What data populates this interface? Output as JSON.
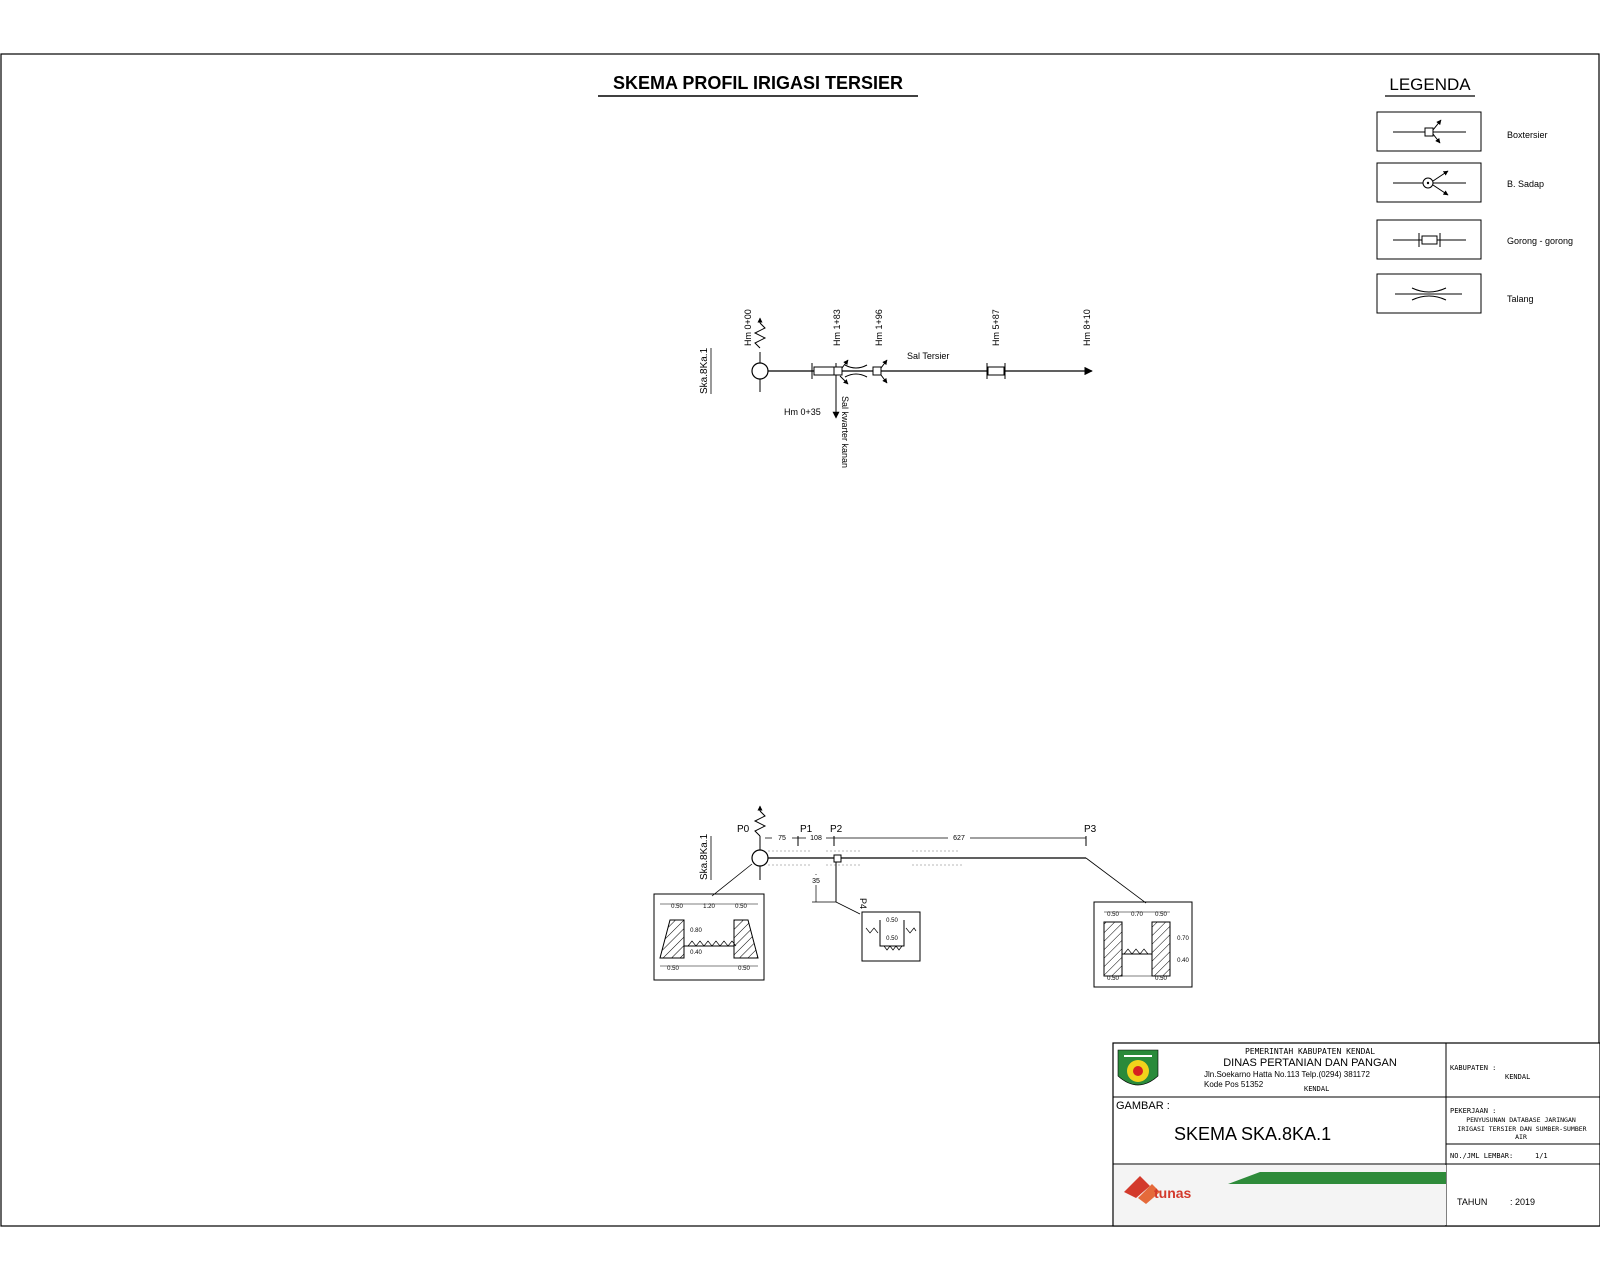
{
  "title": "SKEMA PROFIL IRIGASI TERSIER",
  "legend": {
    "title": "LEGENDA",
    "items": [
      {
        "label": "Boxtersier",
        "icon": "box-tersier-icon"
      },
      {
        "label": "B. Sadap",
        "icon": "bangunan-sadap-icon"
      },
      {
        "label": "Gorong - gorong",
        "icon": "gorong-gorong-icon"
      },
      {
        "label": "Talang",
        "icon": "talang-icon"
      }
    ]
  },
  "schema_top": {
    "source_label": "Ska.8Ka.1",
    "stations": [
      "Hm 0+00",
      "Hm 1+83",
      "Hm 1+96",
      "Hm 5+87",
      "Hm 8+10"
    ],
    "channel_label": "Sal Tersier",
    "branch_station": "Hm 0+35",
    "branch_label": "Sal kwarter kanan"
  },
  "schema_bottom": {
    "source_label": "Ska.8Ka.1",
    "points": [
      "P0",
      "P1",
      "P2",
      "P3",
      "P4"
    ],
    "distances": [
      "75",
      "108",
      "627",
      "35"
    ],
    "left_section": {
      "dims": [
        "0.50",
        "1.20",
        "0.50",
        "0.80",
        "0.40",
        "0.50",
        "0.50"
      ]
    },
    "mid_section": {
      "dims": [
        "0.50",
        "0.50"
      ]
    },
    "right_section": {
      "dims": [
        "0.50",
        "0.70",
        "0.50",
        "0.70",
        "0.40",
        "0.50",
        "0.50"
      ]
    }
  },
  "title_block": {
    "agency_line1": "PEMERINTAH KABUPATEN KENDAL",
    "agency_line2": "DINAS PERTANIAN DAN PANGAN",
    "address": "Jln.Soekarno Hatta No.113 Telp.(0294) 381172",
    "postal": "Kode Pos 51352",
    "city": "KENDAL",
    "kabupaten_label": "KABUPATEN :",
    "kabupaten_value": "KENDAL",
    "gambar_label": "GAMBAR :",
    "gambar_value": "SKEMA SKA.8KA.1",
    "pekerjaan_label": "PEKERJAAN :",
    "pekerjaan_value_1": "PENYUSUNAN DATABASE JARINGAN",
    "pekerjaan_value_2": "IRIGASI TERSIER DAN SUMBER-SUMBER",
    "pekerjaan_value_3": "AIR",
    "sheet_label": "NO./JML LEMBAR:",
    "sheet_value": "1/1",
    "logo_text": "tunas",
    "tahun_label": "TAHUN",
    "tahun_value": ": 2019"
  }
}
